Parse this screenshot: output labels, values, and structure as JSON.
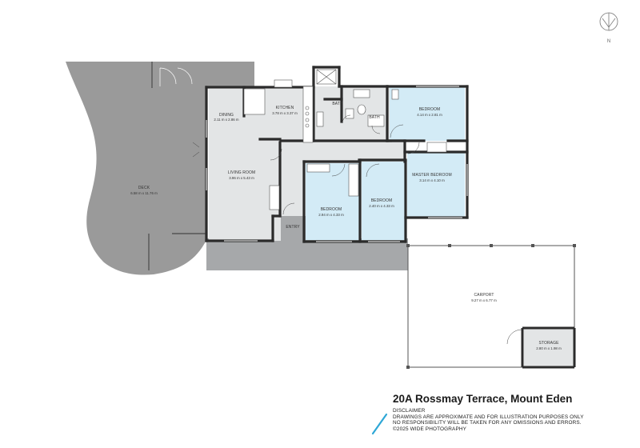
{
  "rooms": {
    "deck": {
      "name": "DECK",
      "dims": "6.58 m x 11.76 m"
    },
    "dining": {
      "name": "DINING",
      "dims": "2.11 m x 2.86 m"
    },
    "kitchen": {
      "name": "KITCHEN",
      "dims": "3.78 m x 3.37 m"
    },
    "living": {
      "name": "LIVING ROOM",
      "dims": "3.96 m x 5.43 m"
    },
    "bath1": {
      "name": "BATH"
    },
    "bath2": {
      "name": "BATH"
    },
    "bedroom_ne": {
      "name": "BEDROOM",
      "dims": "4.14 m x 2.81 m"
    },
    "master": {
      "name": "MASTER BEDROOM",
      "dims": "3.14 m x 4.10 m"
    },
    "bedroom_c": {
      "name": "BEDROOM",
      "dims": "2.40 m x 4.33 m"
    },
    "bedroom_w": {
      "name": "BEDROOM",
      "dims": "2.94 m x 4.33 m"
    },
    "entry": {
      "name": "ENTRY"
    },
    "carport": {
      "name": "CARPORT",
      "dims": "9.27 m x 6.77 m"
    },
    "storage": {
      "name": "STORAGE",
      "dims": "2.80 m x 1.98 m"
    }
  },
  "compass": {
    "label": "N"
  },
  "title": "20A Rossmay Terrace, Mount Eden",
  "disclaimer": {
    "heading": "DISCLAIMER",
    "line1": "DRAWINGS ARE APPROXIMATE AND FOR ILLUSTRATION PURPOSES ONLY",
    "line2": "NO RESPONSIBILITY WILL BE TAKEN FOR ANY OMISSIONS AND ERRORS.",
    "line3": "©2025 WIDE PHOTOGRAPHY"
  },
  "colors": {
    "wall": "#2b2b2b",
    "deck": "#9a9a9a",
    "interior": "#e3e5e6",
    "bedroom": "#d3ebf6",
    "paving": "#a6a8aa",
    "accent": "#2ea7d6"
  }
}
